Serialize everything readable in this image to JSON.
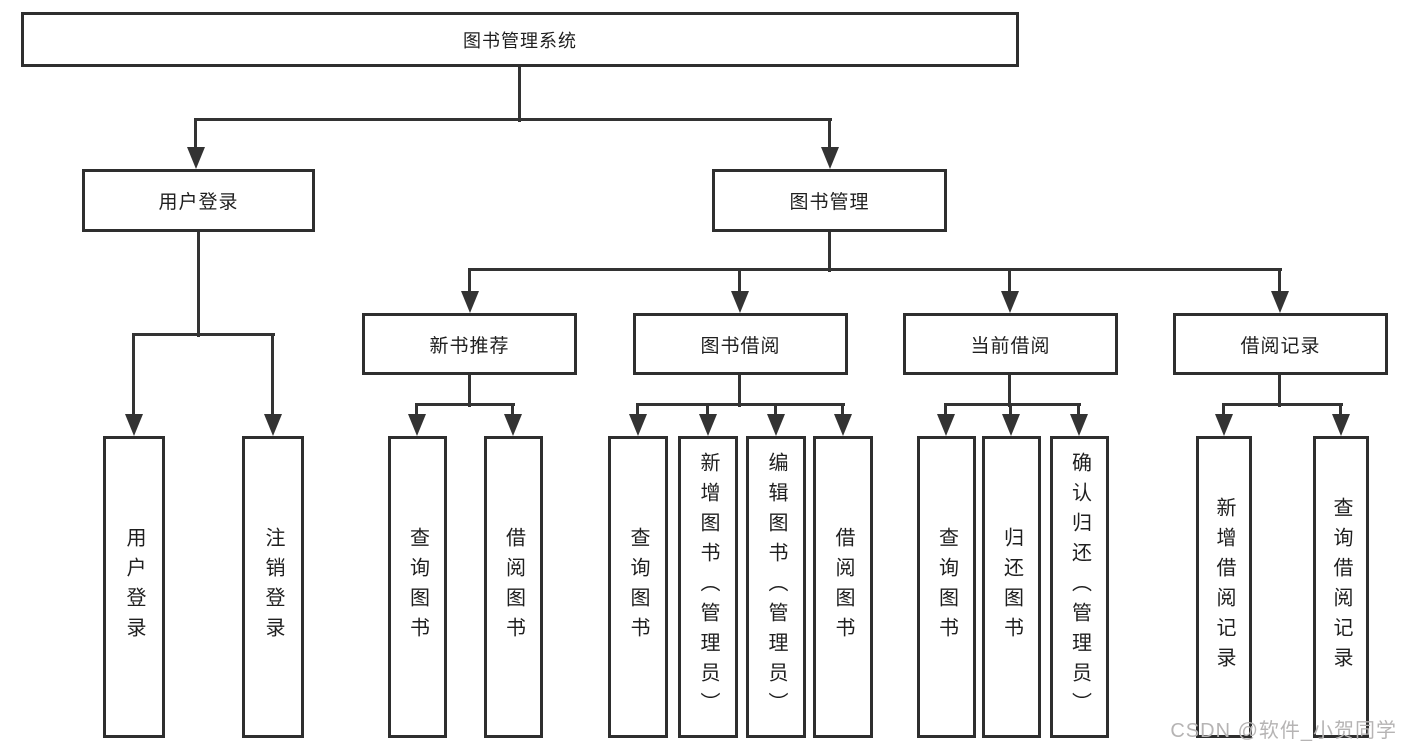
{
  "diagram": {
    "root": {
      "label": "图书管理系统"
    },
    "branches": [
      {
        "label": "用户登录",
        "children": [
          {
            "label": "用户登录"
          },
          {
            "label": "注销登录"
          }
        ]
      },
      {
        "label": "图书管理",
        "children": [
          {
            "label": "新书推荐",
            "children": [
              {
                "label": "查询图书"
              },
              {
                "label": "借阅图书"
              }
            ]
          },
          {
            "label": "图书借阅",
            "children": [
              {
                "label": "查询图书"
              },
              {
                "label": "新增图书（管理员）"
              },
              {
                "label": "编辑图书（管理员）"
              },
              {
                "label": "借阅图书"
              }
            ]
          },
          {
            "label": "当前借阅",
            "children": [
              {
                "label": "查询图书"
              },
              {
                "label": "归还图书"
              },
              {
                "label": "确认归还（管理员）"
              }
            ]
          },
          {
            "label": "借阅记录",
            "children": [
              {
                "label": "新增借阅记录"
              },
              {
                "label": "查询借阅记录"
              }
            ]
          }
        ]
      }
    ]
  },
  "watermark": {
    "text": "CSDN @软件_小贺同学"
  },
  "colors": {
    "line": "#333333",
    "box_border": "#2e2e2e",
    "text": "#1f1f1f",
    "watermark": "#b6b4b4",
    "background": "#ffffff"
  }
}
